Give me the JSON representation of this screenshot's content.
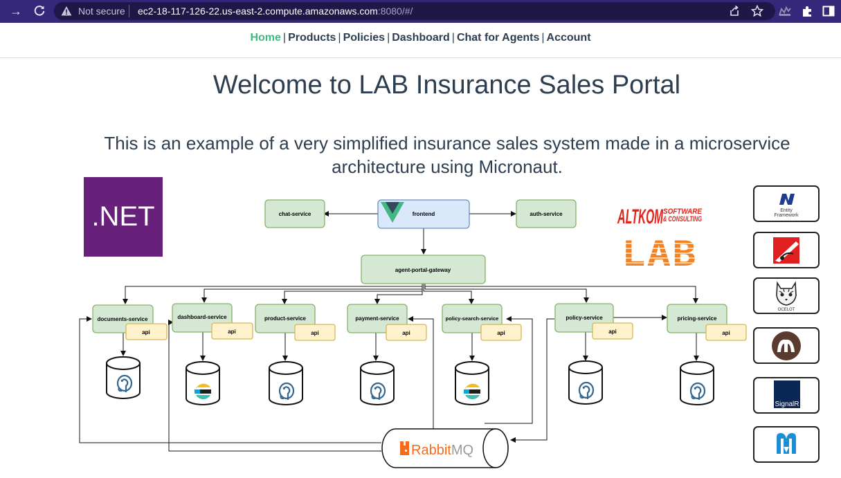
{
  "browser": {
    "security_label": "Not secure",
    "url_host": "ec2-18-117-126-22.us-east-2.compute.amazonaws.com",
    "url_rest": ":8080/#/"
  },
  "nav": {
    "items": [
      {
        "label": "Home",
        "active": true
      },
      {
        "label": "Products",
        "active": false
      },
      {
        "label": "Policies",
        "active": false
      },
      {
        "label": "Dashboard",
        "active": false
      },
      {
        "label": "Chat for Agents",
        "active": false
      },
      {
        "label": "Account",
        "active": false
      }
    ],
    "separator": "|",
    "active_color": "#42b983"
  },
  "page": {
    "title": "Welcome to LAB Insurance Sales Portal",
    "lead": "This is an example of a very simplified insurance sales system made in a microservice architecture using Micronaut."
  },
  "diagram": {
    "net_logo": ".NET",
    "nodes": {
      "chat": "chat-service",
      "frontend": "frontend",
      "auth": "auth-service",
      "gateway": "agent-portal-gateway",
      "documents": "documents-service",
      "dashboard": "dashboard-service",
      "product": "product-service",
      "payment": "payment-service",
      "policy_search": "policy-search-service",
      "policy": "policy-service",
      "pricing": "pricing-service"
    },
    "api_label": "api",
    "rabbit": {
      "first": "Rabbit",
      "second": "MQ"
    },
    "altkom": {
      "first": "ALT",
      "second": "KOM",
      "tagline1": "SOFTWARE",
      "tagline2": "& CONSULTING"
    },
    "lab_logo": "LAB",
    "side_logos": {
      "ef_line1": "Entity",
      "ef_line2": "Framework",
      "ocelot": "OCELOT",
      "signalr": "SignalR"
    }
  },
  "colors": {
    "service_fill": "#d5e8d4",
    "service_stroke": "#82b366",
    "frontend_fill": "#dae8fc",
    "frontend_stroke": "#6c8ebf",
    "api_fill": "#fff2cc",
    "api_stroke": "#d6b656",
    "text": "#2c3e50",
    "rabbit_orange": "#f56b1b",
    "altkom_red": "#e2231a",
    "lab_orange": "#f58220",
    "net_purple": "#68217a"
  }
}
